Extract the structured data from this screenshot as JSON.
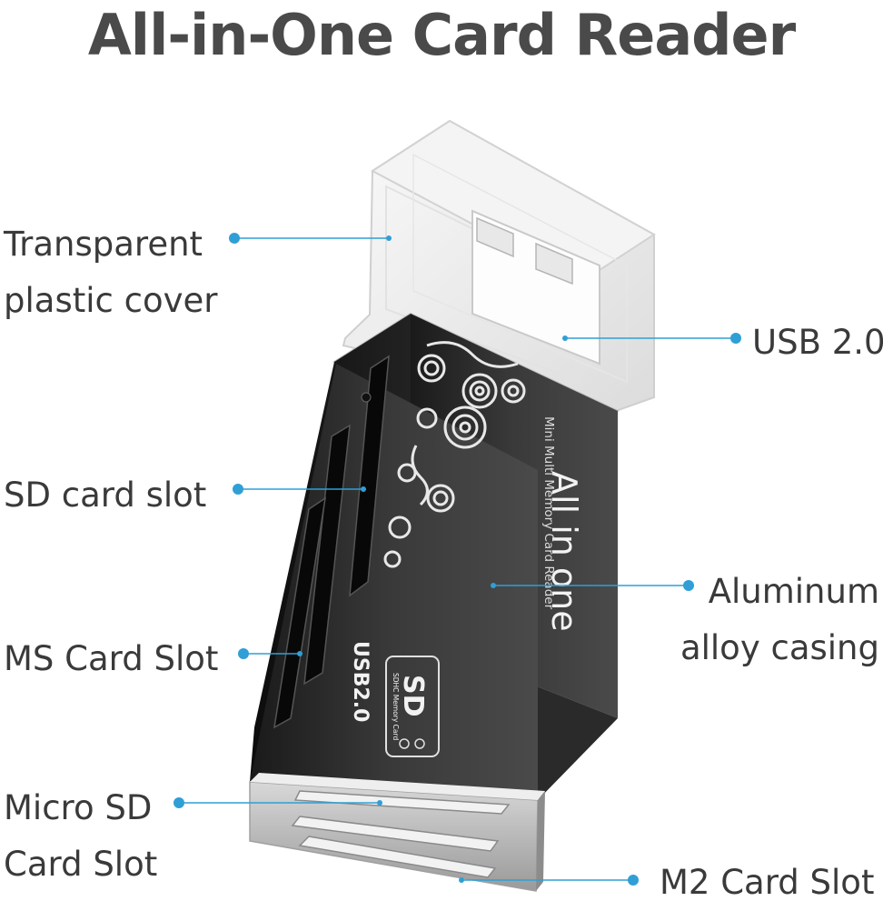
{
  "title": "All-in-One Card Reader",
  "accent_color": "#2f9fd6",
  "callouts": [
    {
      "id": "transparent-cover",
      "lines": [
        "Transparent",
        "plastic cover"
      ]
    },
    {
      "id": "usb",
      "lines": [
        "USB 2.0"
      ]
    },
    {
      "id": "sd-slot",
      "lines": [
        "SD card slot"
      ]
    },
    {
      "id": "aluminum",
      "lines": [
        "Aluminum",
        "alloy casing"
      ]
    },
    {
      "id": "ms-slot",
      "lines": [
        "MS Card Slot"
      ]
    },
    {
      "id": "micro-sd",
      "lines": [
        "Micro SD",
        "Card Slot"
      ]
    },
    {
      "id": "m2-slot",
      "lines": [
        "M2 Card Slot"
      ]
    }
  ],
  "device": {
    "brand_text": "All in one",
    "sub_text": "Mini Multi Memory Card Reader",
    "usb_text": "USB2.0",
    "sd_logo": "SD",
    "sdhc_text": "SDHC Memory Card"
  }
}
